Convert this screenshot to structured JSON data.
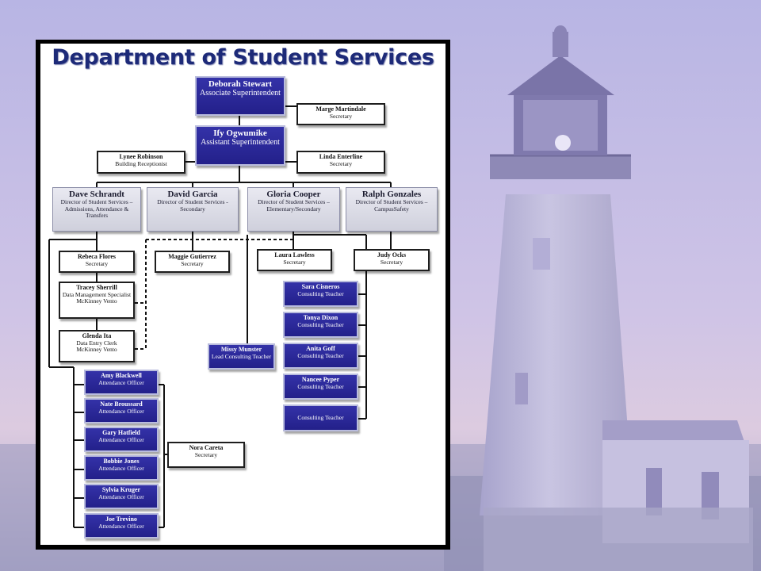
{
  "title": "Department of Student Services",
  "colors": {
    "title": "#1d2a78",
    "accent_blue": "#2b2a9a",
    "director_gray": "#d8d9e4"
  },
  "background": {
    "image": "lighthouse at dusk"
  },
  "boxes": {
    "deborah": {
      "name": "Deborah Stewart",
      "role": "Associate Superintendent"
    },
    "marge": {
      "name": "Marge Martindale",
      "role": "Secretary"
    },
    "ify": {
      "name": "Ify Ogwumike",
      "role": "Assistant Superintendent"
    },
    "lynee": {
      "name": "Lynee Robinson",
      "role": "Building Receptionist"
    },
    "linda": {
      "name": "Linda Enterline",
      "role": "Secretary"
    },
    "dave": {
      "name": "Dave Schrandt",
      "role": "Director of Student Services – Admissions, Attendance & Transfers"
    },
    "david": {
      "name": "David Garcia",
      "role": "Director of Student Services - Secondary"
    },
    "gloria": {
      "name": "Gloria Cooper",
      "role": "Director of Student Services – Elementary/Secondary"
    },
    "ralph": {
      "name": "Ralph Gonzales",
      "role": "Director of Student Services – CampusSafety"
    },
    "rebeca": {
      "name": "Rebeca Flores",
      "role": "Secretary"
    },
    "maggie": {
      "name": "Maggie Gutierrez",
      "role": "Secretary"
    },
    "laura": {
      "name": "Laura Lawless",
      "role": "Secretary"
    },
    "judy": {
      "name": "Judy Ocks",
      "role": "Secretary"
    },
    "tracey": {
      "name": "Tracey Sherrill",
      "role": "Data Management Specialist",
      "role2": "McKinney Vento"
    },
    "glenda": {
      "name": "Glenda Ita",
      "role": "Data Entry Clerk",
      "role2": "McKinney Vento"
    },
    "missy": {
      "name": "Missy Munster",
      "role": "Lead Consulting Teacher"
    },
    "sara": {
      "name": "Sara Cisneros",
      "role": "Consulting Teacher"
    },
    "tonya": {
      "name": "Tonya Dixon",
      "role": "Consulting Teacher"
    },
    "anita": {
      "name": "Anita Goff",
      "role": "Consulting Teacher"
    },
    "nancee": {
      "name": "Nancee Pyper",
      "role": "Consulting Teacher"
    },
    "vacant": {
      "name": "",
      "role": "Consulting Teacher"
    },
    "amy": {
      "name": "Amy Blackwell",
      "role": "Attendance Officer"
    },
    "nate": {
      "name": "Nate Broussard",
      "role": "Attendance Officer"
    },
    "gary": {
      "name": "Gary Hatfield",
      "role": "Attendance Officer"
    },
    "bobbie": {
      "name": "Bobbie Jones",
      "role": "Attendance Officer"
    },
    "sylvia": {
      "name": "Sylvia Kruger",
      "role": "Attendance Officer"
    },
    "joe": {
      "name": "Joe Trevino",
      "role": "Attendance Officer"
    },
    "nora": {
      "name": "Nora Careta",
      "role": "Secretary"
    }
  }
}
